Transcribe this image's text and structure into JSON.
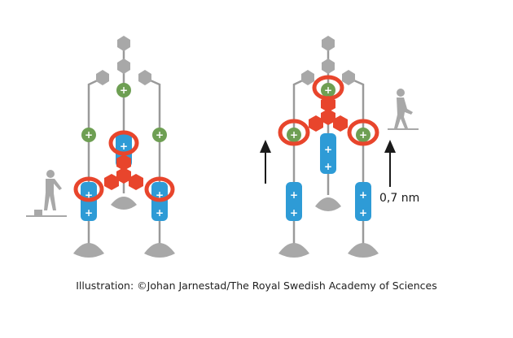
{
  "annotations": {
    "distance_label": "0,7 nm"
  },
  "credit": "Illustration: ©Johan Jarnestad/The Royal Swedish Academy of Sciences",
  "symbols": {
    "charge": "+"
  },
  "colors": {
    "red": "#E8452C",
    "red_dark": "#C23321",
    "blue": "#2E9BD6",
    "blue_dark": "#1E7CB3",
    "green": "#6E9F53",
    "grey_stem": "#9A9A9A",
    "grey_body": "#A8A8A8",
    "arrow": "#1A1A1A"
  },
  "panels": [
    {
      "name": "left-molecule-resting"
    },
    {
      "name": "right-molecule-shifted"
    }
  ]
}
